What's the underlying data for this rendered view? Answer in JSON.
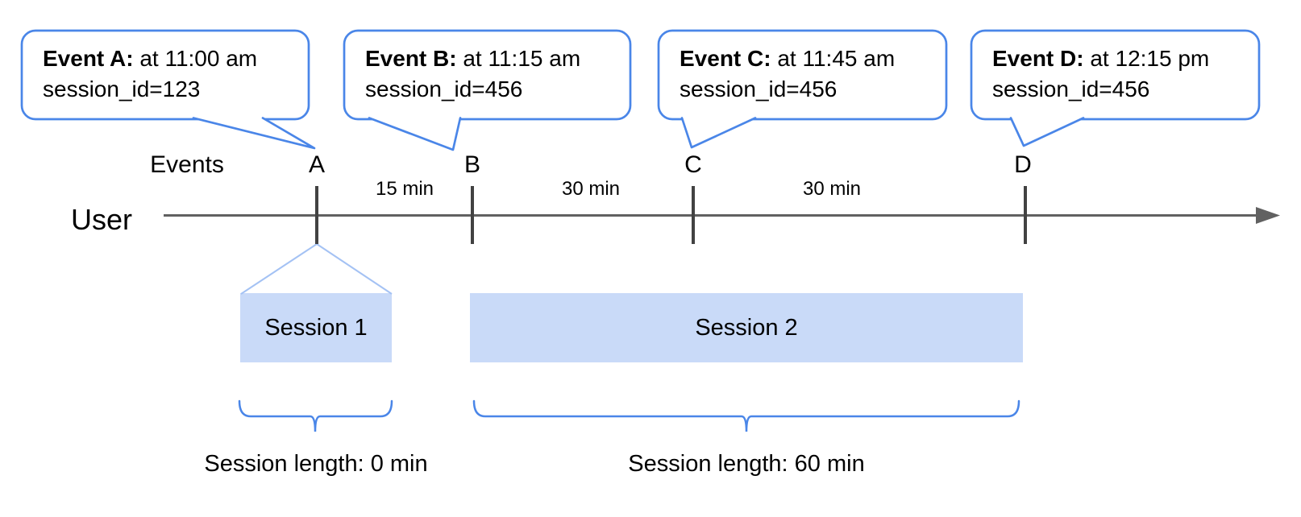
{
  "colors": {
    "accent_blue": "#4a86e8",
    "light_blue": "#a4c2f4",
    "session_fill": "#c9daf8",
    "timeline_gray": "#616161",
    "tick_gray": "#424242"
  },
  "events": [
    {
      "tick_label": "A",
      "callout_title": "Event A:",
      "callout_time": "at 11:00 am",
      "callout_session": "session_id=123"
    },
    {
      "tick_label": "B",
      "callout_title": "Event B:",
      "callout_time": "at 11:15 am",
      "callout_session": "session_id=456"
    },
    {
      "tick_label": "C",
      "callout_title": "Event C:",
      "callout_time": "at 11:45 am",
      "callout_session": "session_id=456"
    },
    {
      "tick_label": "D",
      "callout_title": "Event D:",
      "callout_time": "at 12:15 pm",
      "callout_session": "session_id=456"
    }
  ],
  "timeline": {
    "events_label": "Events",
    "user_label": "User",
    "intervals": [
      "15 min",
      "30 min",
      "30 min"
    ]
  },
  "sessions": [
    {
      "label": "Session 1",
      "length_label": "Session length: 0 min"
    },
    {
      "label": "Session 2",
      "length_label": "Session length: 60 min"
    }
  ]
}
